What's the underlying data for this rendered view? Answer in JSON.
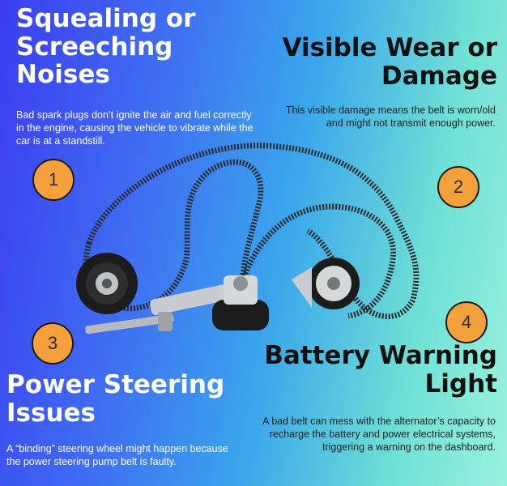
{
  "sections": {
    "s1": {
      "number": "1",
      "title": "Squealing or Screeching Noises",
      "text": "Bad spark plugs don’t ignite the air and fuel correctly in the engine, causing the vehicle to vibrate while the car is at a standstill."
    },
    "s2": {
      "number": "2",
      "title": "Visible Wear or Damage",
      "text": "This visible damage means the belt is worn/old and might not transmit enough power."
    },
    "s3": {
      "number": "3",
      "title": "Power Steering Issues",
      "text": "A “binding” steering wheel might happen because the power steering pump belt is faulty."
    },
    "s4": {
      "number": "4",
      "title": "Battery Warning Light",
      "text": "A bad belt can mess with the alternator’s capacity to recharge the battery and power electrical systems, triggering a warning on the dashboard."
    }
  },
  "colors": {
    "badge": "#f5a13b",
    "belt": "#2a2a2a",
    "white_text": "#ffffff",
    "dark_text": "#111111"
  },
  "image": {
    "subject": "timing-belt-kit"
  }
}
